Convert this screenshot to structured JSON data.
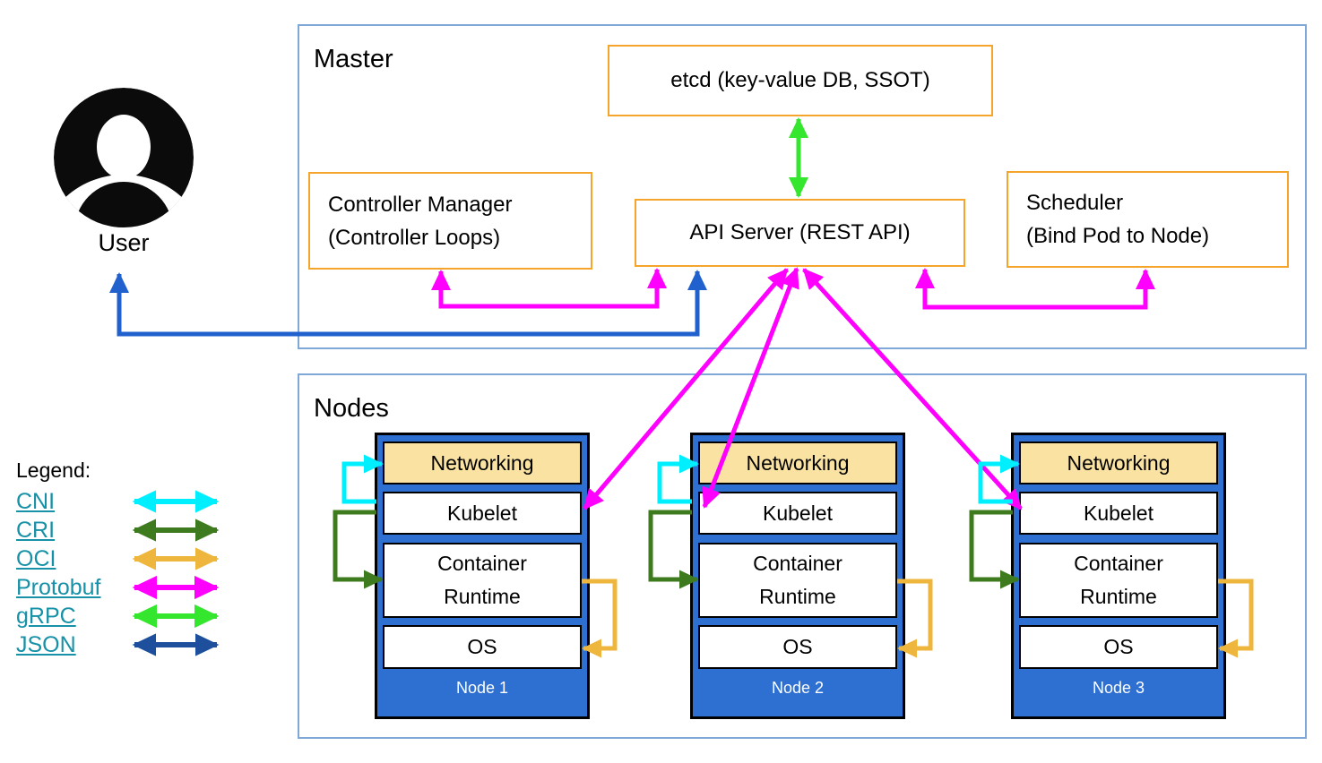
{
  "master": {
    "title": "Master",
    "etcd": "etcd (key-value DB, SSOT)",
    "controller_manager_line1": "Controller Manager",
    "controller_manager_line2": "(Controller Loops)",
    "api_server": "API Server (REST API)",
    "scheduler_line1": "Scheduler",
    "scheduler_line2": "(Bind Pod to Node)"
  },
  "user_label": "User",
  "nodes_section": {
    "title": "Nodes",
    "layer_networking": "Networking",
    "layer_kubelet": "Kubelet",
    "layer_runtime_line1": "Container",
    "layer_runtime_line2": "Runtime",
    "layer_os": "OS",
    "node_labels": [
      "Node 1",
      "Node 2",
      "Node 3"
    ]
  },
  "legend": {
    "title": "Legend:",
    "items": [
      {
        "label": "CNI"
      },
      {
        "label": "CRI"
      },
      {
        "label": "OCI"
      },
      {
        "label": "Protobuf"
      },
      {
        "label": "gRPC"
      },
      {
        "label": "JSON"
      }
    ]
  },
  "colors": {
    "cni": "#00EFFF",
    "cri": "#3E7A1E",
    "oci": "#EEB63C",
    "protobuf": "#FF00FF",
    "grpc": "#35E62E",
    "json": "#1D4F9C",
    "user_arrow": "#2161CE",
    "link_teal": "#1691A7",
    "node_blue": "#2E6FD2",
    "networking_tan": "#FAE3A2",
    "box_orange": "#F5A42C",
    "container_border": "#7FA8D9"
  }
}
